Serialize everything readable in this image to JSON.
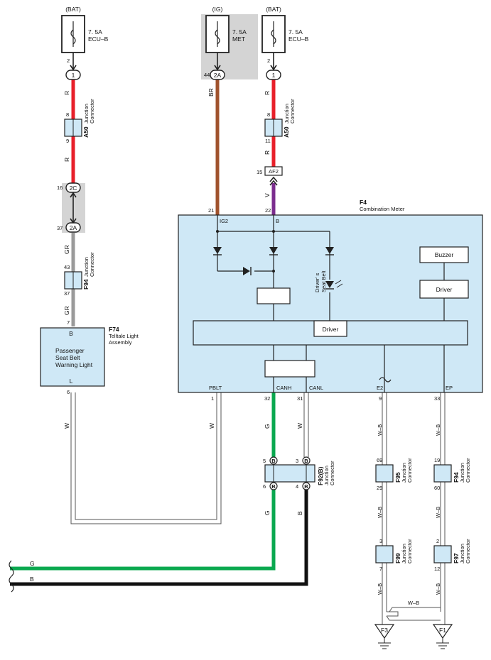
{
  "fuses": [
    {
      "source": "(BAT)",
      "rating": "7. 5A",
      "name": "ECU–B",
      "pin": "2",
      "conn": "1"
    },
    {
      "source": "(IG)",
      "rating": "7. 5A",
      "name": "MET",
      "pin": "44",
      "conn": "2A"
    },
    {
      "source": "(BAT)",
      "rating": "7. 5A",
      "name": "ECU–B",
      "pin": "2",
      "conn": "1"
    }
  ],
  "wire_colors": {
    "R": "R",
    "BR": "BR",
    "V": "V",
    "GR": "GR",
    "W": "W",
    "G": "G",
    "B": "B",
    "WB": "W–B"
  },
  "colors": {
    "red": "#e8202a",
    "brown": "#a0522d",
    "violet": "#7b2d8e",
    "gray": "#9a9a9a",
    "green": "#0aa84f",
    "black": "#111111",
    "panel": "#cfe8f6"
  },
  "connectors": {
    "a50_left": {
      "id": "A50",
      "desc1": "Junction",
      "desc2": "Connector",
      "pin_top": "8",
      "pin_bot": "9"
    },
    "a50_right": {
      "id": "A50",
      "desc1": "Junction",
      "desc2": "Connector",
      "pin_top": "8",
      "pin_bot": "11"
    },
    "af2": {
      "id": "AF2",
      "pin": "15"
    },
    "c2c": {
      "id": "2C",
      "pin": "16"
    },
    "c2a": {
      "id": "2A",
      "pin": "37"
    },
    "f94_left": {
      "id": "F94",
      "desc1": "Junction",
      "desc2": "Connector",
      "pin_top": "43",
      "pin_bot": "37"
    },
    "f92": {
      "id": "F92(B)",
      "desc1": "Junction",
      "desc2": "Connector",
      "p5": "5",
      "p3": "3",
      "p6": "6",
      "p4": "4",
      "term": "B"
    },
    "f95": {
      "id": "F95",
      "desc1": "Junction",
      "desc2": "Connector",
      "pin_top": "69",
      "pin_bot": "29"
    },
    "f94_right": {
      "id": "F94",
      "desc1": "Junction",
      "desc2": "Connector",
      "pin_top": "19",
      "pin_bot": "60"
    },
    "f99": {
      "id": "F99",
      "desc1": "Junction",
      "desc2": "Connector",
      "pin_top": "3",
      "pin_bot": "7"
    },
    "f97": {
      "id": "F97",
      "desc1": "Junction",
      "desc2": "Connector",
      "pin_top": "2",
      "pin_bot": "12"
    }
  },
  "meter": {
    "id": "F4",
    "name": "Combination Meter",
    "pin_ig2": "21",
    "pin_b": "22",
    "label_ig2": "IG2",
    "label_b": "B",
    "buzzer": "Buzzer",
    "driver1": "Driver",
    "driver2": "Driver",
    "seatbelt1": "Driver' s",
    "seatbelt2": "Seat Belt",
    "pblt": "PBLT",
    "canh": "CANH",
    "canl": "CANL",
    "e2": "E2",
    "ep": "EP",
    "pin_pblt": "1",
    "pin_canh": "32",
    "pin_canl": "31",
    "pin_e2": "9",
    "pin_ep": "33"
  },
  "telltale": {
    "id": "F74",
    "name1": "Telltale Light",
    "name2": "Assembly",
    "body1": "Passenger",
    "body2": "Seat Belt",
    "body3": "Warning Light",
    "pin_b": "B",
    "pin_l": "L",
    "num_top": "7",
    "num_bot": "6"
  },
  "grounds": {
    "g1": "F3",
    "g2": "F1"
  }
}
